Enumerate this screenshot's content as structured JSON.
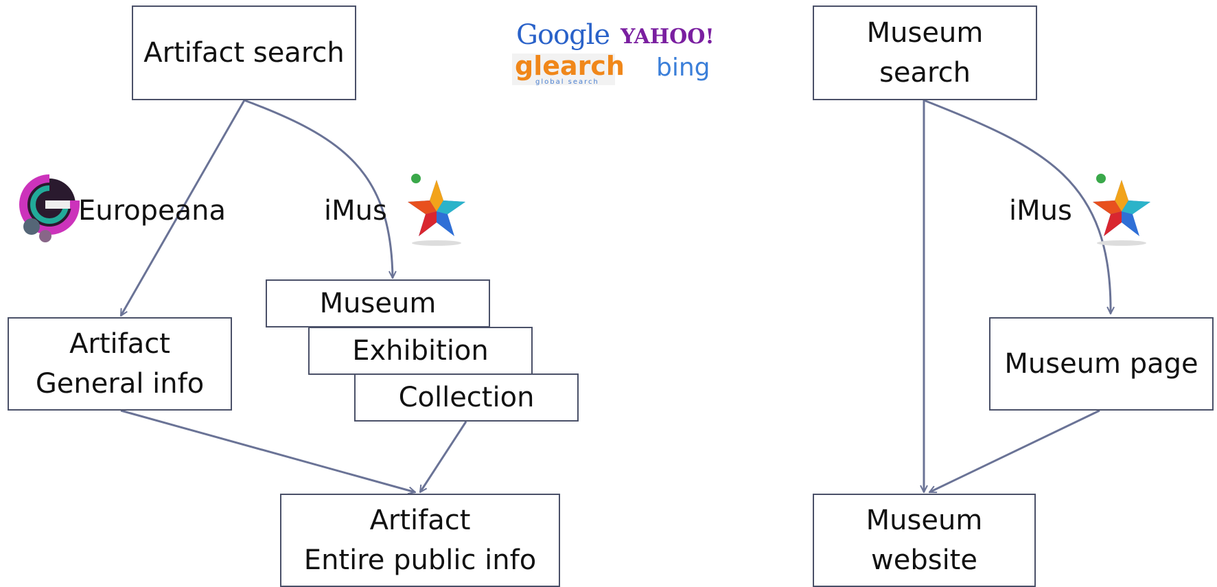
{
  "left": {
    "artifact_search": "Artifact search",
    "europeana_label": "Europeana",
    "imus_label": "iMus",
    "artifact_general": [
      "Artifact",
      "General info"
    ],
    "museum": "Museum",
    "exhibition": "Exhibition",
    "collection": "Collection",
    "artifact_entire": [
      "Artifact",
      "Entire public info"
    ]
  },
  "right": {
    "museum_search": [
      "Museum",
      "search"
    ],
    "imus_label": "iMus",
    "museum_page": "Museum page",
    "museum_website": [
      "Museum",
      "website"
    ]
  },
  "search_engines": {
    "google": "Google",
    "yahoo": "YAHOO!",
    "glearch": "glearch",
    "glearch_sub": "global search",
    "bing": "bing"
  },
  "colors": {
    "arrow": "#6a7396",
    "box_border": "#4a5068"
  }
}
